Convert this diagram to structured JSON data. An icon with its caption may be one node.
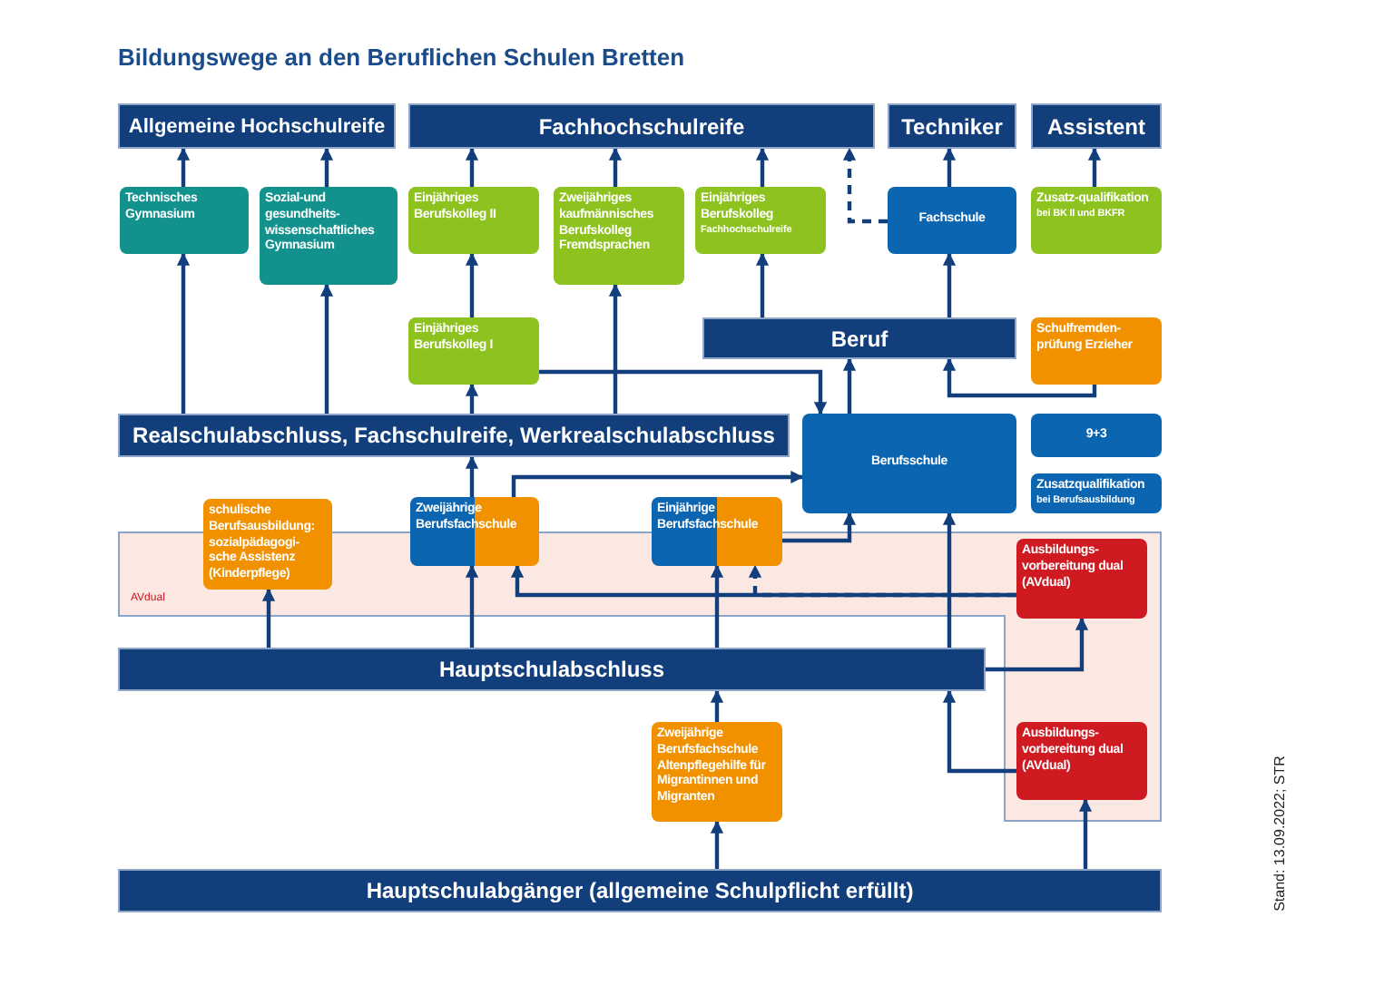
{
  "diagram": {
    "title": "Bildungswege an den Beruflichen Schulen Bretten",
    "nodes": [
      {
        "text": [
          "Allgemeine Hochschulreife"
        ]
      },
      {
        "text": [
          "Fachhochschulreife"
        ]
      },
      {
        "text": [
          "Techniker"
        ]
      },
      {
        "text": [
          "Assistent"
        ]
      },
      {
        "text": [
          "Technisches Gymnasium"
        ]
      },
      {
        "text": [
          "Sozial-und gesundheits-wissenschaftliches Gymnasium"
        ]
      },
      {
        "text": [
          "Einjähriges Berufskolleg II"
        ]
      },
      {
        "text": [
          "Zweijähriges kaufmännisches Berufskolleg Fremdsprachen"
        ]
      },
      {
        "text": [
          "Einjähriges Berufskolleg",
          "Fachhochschulreife"
        ]
      },
      {
        "text": [
          "Fachschule"
        ]
      },
      {
        "text": [
          "Zusatz-qualifikation",
          "bei BK II und BKFR"
        ]
      },
      {
        "text": [
          "Einjähriges Berufskolleg I"
        ]
      },
      {
        "text": [
          "Beruf"
        ]
      },
      {
        "text": [
          "Schulfremden-prüfung Erzieher"
        ]
      },
      {
        "text": [
          "Realschulabschluss, Fachschulreife, Werkrealschulabschluss"
        ]
      },
      {
        "text": [
          "Berufsschule"
        ]
      },
      {
        "text": [
          "9+3"
        ]
      },
      {
        "text": [
          "Zusatzqualifikation",
          "bei Berufsausbildung"
        ]
      },
      {
        "text": [
          "AVdual"
        ]
      },
      {
        "text": [
          "schulische Berufsausbildung: sozialpädagogi- sche Assistenz (Kinderpflege)"
        ]
      },
      {
        "text": [
          "Zweijährige Berufsfachschule"
        ]
      },
      {
        "text": [
          "Einjährige Berufsfachschule"
        ]
      },
      {
        "text": [
          "Ausbildungs-vorbereitung dual (AVdual)"
        ],
        "in": 18
      },
      {
        "text": [
          "Hauptschulabschluss"
        ]
      },
      {
        "text": [
          "Zweijährige Berufsfachschule Altenpflegehilfe für Migrantinnen und Migranten"
        ]
      },
      {
        "text": [
          "Ausbildungs-vorbereitung dual (AVdual)"
        ],
        "in": 18
      },
      {
        "text": [
          "Hauptschulabgänger  (allgemeine Schulpflicht erfüllt)"
        ]
      }
    ],
    "edges": [
      {
        "from": 4,
        "to": 0,
        "arrow": "to"
      },
      {
        "from": 5,
        "to": 0,
        "arrow": "to"
      },
      {
        "from": 6,
        "to": 1,
        "arrow": "to"
      },
      {
        "from": 7,
        "to": 1,
        "arrow": "to"
      },
      {
        "from": 8,
        "to": 1,
        "arrow": "to"
      },
      {
        "from": 9,
        "to": 1,
        "arrow": "to",
        "style": "dashed"
      },
      {
        "from": 9,
        "to": 2,
        "arrow": "to"
      },
      {
        "from": 10,
        "to": 3,
        "arrow": "to"
      },
      {
        "from": 11,
        "to": 6,
        "arrow": "to"
      },
      {
        "from": 12,
        "to": 8,
        "arrow": "to"
      },
      {
        "from": 12,
        "to": 9,
        "arrow": "to"
      },
      {
        "from": 14,
        "to": 4,
        "arrow": "to"
      },
      {
        "from": 14,
        "to": 5,
        "arrow": "to"
      },
      {
        "from": 14,
        "to": 7,
        "arrow": "to"
      },
      {
        "from": 14,
        "to": 11,
        "arrow": "to"
      },
      {
        "from": 11,
        "to": 15,
        "arrow": "to"
      },
      {
        "from": 15,
        "to": 12,
        "arrow": "to"
      },
      {
        "from": 13,
        "to": 12,
        "arrow": "to"
      },
      {
        "from": 20,
        "to": 14,
        "arrow": "to"
      },
      {
        "from": 20,
        "to": 15,
        "arrow": "to"
      },
      {
        "from": 21,
        "to": 15,
        "arrow": "to"
      },
      {
        "from": 23,
        "to": 19,
        "arrow": "to"
      },
      {
        "from": 23,
        "to": 20,
        "arrow": "to"
      },
      {
        "from": 23,
        "to": 21,
        "arrow": "to"
      },
      {
        "from": 22,
        "to": 20,
        "arrow": "to"
      },
      {
        "from": 22,
        "to": 21,
        "arrow": "to",
        "style": "dashed"
      },
      {
        "from": 23,
        "to": 15,
        "arrow": "to"
      },
      {
        "from": 23,
        "to": 22,
        "arrow": "to"
      },
      {
        "from": 26,
        "to": 24,
        "arrow": "to"
      },
      {
        "from": 24,
        "to": 23,
        "arrow": "to"
      },
      {
        "from": 26,
        "to": 25,
        "arrow": "to"
      },
      {
        "from": 25,
        "to": 23,
        "arrow": "to"
      }
    ],
    "labels": [
      "Stand: 13.09.2022; STR"
    ]
  }
}
